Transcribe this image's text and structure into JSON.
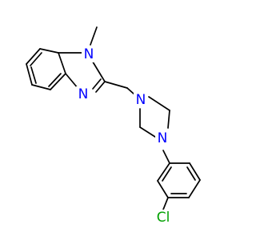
{
  "molecule": {
    "atoms": {
      "n_methyl": {
        "symbol": "N",
        "color": "#0000ff"
      },
      "n_imine": {
        "symbol": "N",
        "color": "#0000ff"
      },
      "n_piperazine_top": {
        "symbol": "N",
        "color": "#0000ff"
      },
      "n_piperazine_bottom": {
        "symbol": "N",
        "color": "#0000ff"
      },
      "cl": {
        "symbol": "Cl",
        "color": "#00a000"
      }
    },
    "bond_color": "#000000"
  }
}
